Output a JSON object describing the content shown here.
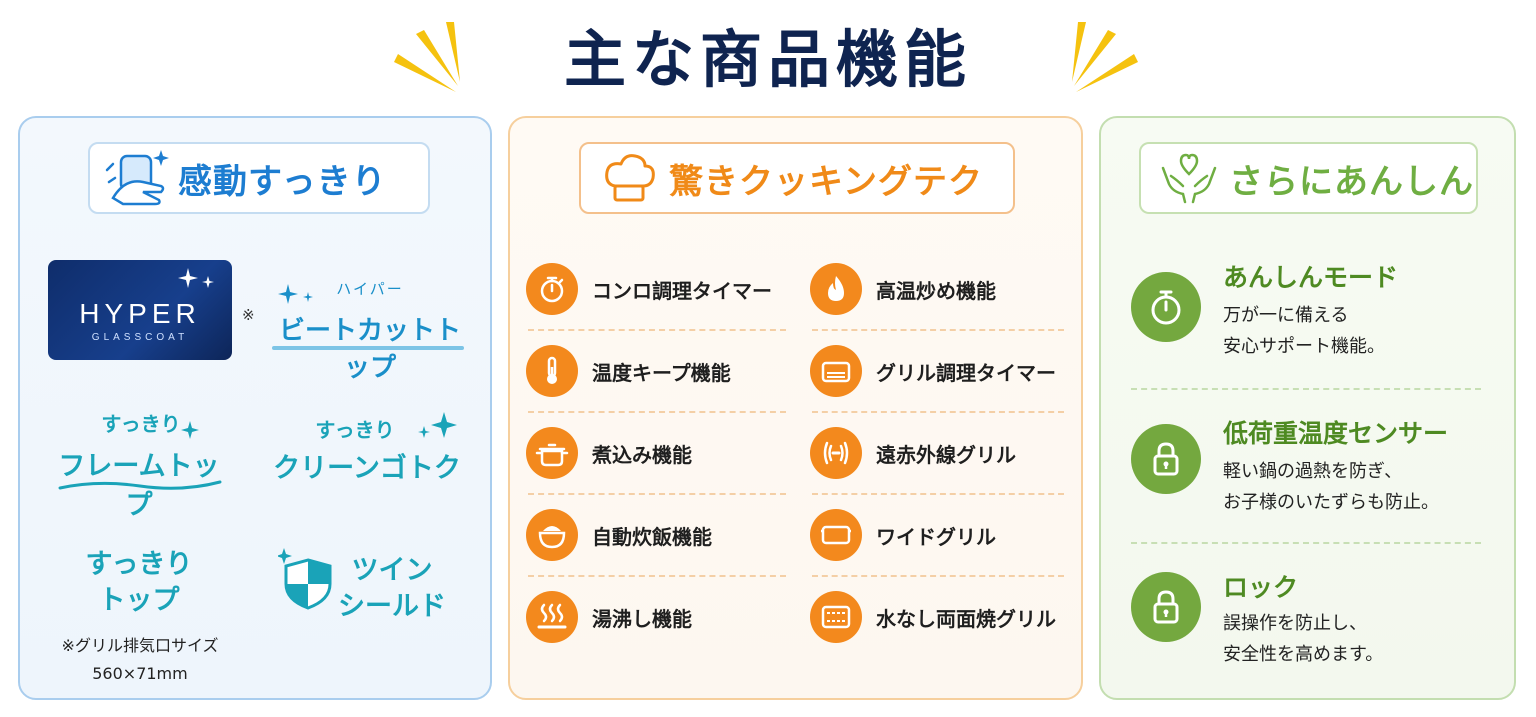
{
  "title": "主な商品機能",
  "colors": {
    "navy": "#0f2450",
    "blue": "#1d7dd1",
    "orange": "#f3891d",
    "green": "#74a83f",
    "teal": "#1aa3b8"
  },
  "panel_blue": {
    "heading": "感動すっきり",
    "heading_icon": "hand-wiping-icon",
    "hyper_word": "HYPER",
    "hyper_sub": "GLASSCOAT",
    "asterisk": "※",
    "heatcut_small": "ハイパー",
    "heatcut_main": "ビートカットトップ",
    "flame_small": "すっきり",
    "flame_main": "フレームトップ",
    "clean_small": "すっきり",
    "clean_main": "クリーンゴトク",
    "top_line1": "すっきり",
    "top_line2": "トップ",
    "twin_line1": "ツイン",
    "twin_line2": "シールド",
    "footnote_line1": "※グリル排気口サイズ",
    "footnote_line2": "560×71mm"
  },
  "panel_orange": {
    "heading": "驚きクッキングテク",
    "heading_icon": "chef-hat-icon",
    "left": [
      {
        "label": "コンロ調理タイマー",
        "icon": "timer-icon"
      },
      {
        "label": "温度キープ機能",
        "icon": "thermometer-icon"
      },
      {
        "label": "煮込み機能",
        "icon": "pot-icon"
      },
      {
        "label": "自動炊飯機能",
        "icon": "rice-bowl-icon"
      },
      {
        "label": "湯沸し機能",
        "icon": "steam-icon"
      }
    ],
    "right": [
      {
        "label": "高温炒め機能",
        "icon": "flame-icon"
      },
      {
        "label": "グリル調理タイマー",
        "icon": "grill-timer-icon"
      },
      {
        "label": "遠赤外線グリル",
        "icon": "infrared-icon"
      },
      {
        "label": "ワイドグリル",
        "icon": "wide-grill-icon"
      },
      {
        "label": "水なし両面焼グリル",
        "icon": "double-grill-icon"
      }
    ]
  },
  "panel_green": {
    "heading": "さらにあんしん",
    "heading_icon": "hands-heart-icon",
    "items": [
      {
        "title": "あんしんモード",
        "line1": "万が一に備える",
        "line2": "安心サポート機能。",
        "icon": "stopwatch-icon"
      },
      {
        "title": "低荷重温度センサー",
        "line1": "軽い鍋の過熱を防ぎ、",
        "line2": "お子様のいたずらも防止。",
        "icon": "lock-icon"
      },
      {
        "title": "ロック",
        "line1": "誤操作を防止し、",
        "line2": "安全性を高めます。",
        "icon": "lock-icon"
      }
    ]
  }
}
